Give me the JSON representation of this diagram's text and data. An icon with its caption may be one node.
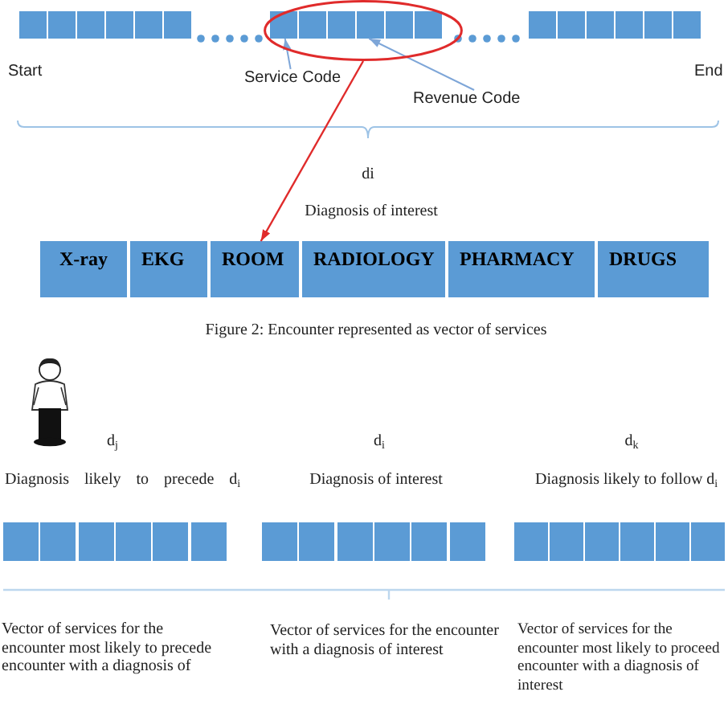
{
  "diagram": {
    "caption": "Figure 2: Encounter represented as vector of services",
    "nodes": [
      {
        "text": [],
        "shape": "box"
      },
      {
        "text": [],
        "shape": "box"
      },
      {
        "text": [],
        "shape": "box"
      },
      {
        "text": [],
        "shape": "box"
      },
      {
        "text": [],
        "shape": "box"
      },
      {
        "text": [],
        "shape": "box"
      },
      {
        "text": [],
        "shape": "ellipse"
      },
      {
        "text": [],
        "shape": "box",
        "in": 6
      },
      {
        "text": [],
        "shape": "box",
        "in": 6
      },
      {
        "text": [],
        "shape": "box",
        "in": 6
      },
      {
        "text": [],
        "shape": "box",
        "in": 6
      },
      {
        "text": [],
        "shape": "box",
        "in": 6
      },
      {
        "text": [],
        "shape": "box",
        "in": 6
      },
      {
        "text": [],
        "shape": "box"
      },
      {
        "text": [],
        "shape": "box"
      },
      {
        "text": [],
        "shape": "box"
      },
      {
        "text": [],
        "shape": "box"
      },
      {
        "text": [],
        "shape": "box"
      },
      {
        "text": [],
        "shape": "box"
      },
      {
        "text": [
          "Service Code"
        ]
      },
      {
        "text": [
          "Revenue Code"
        ]
      },
      {
        "text": [
          "X-ray"
        ]
      },
      {
        "text": [
          "EKG"
        ]
      },
      {
        "text": [
          "ROOM"
        ]
      },
      {
        "text": [
          "RADIOLOGY"
        ]
      },
      {
        "text": [
          "PHARMACY"
        ]
      },
      {
        "text": [
          "DRUGS"
        ]
      },
      {
        "text": [],
        "shape": "box"
      },
      {
        "text": [],
        "shape": "box"
      },
      {
        "text": [],
        "shape": "box"
      },
      {
        "text": [],
        "shape": "box"
      },
      {
        "text": [],
        "shape": "box"
      },
      {
        "text": [],
        "shape": "box"
      },
      {
        "text": [],
        "shape": "box"
      },
      {
        "text": [],
        "shape": "box"
      },
      {
        "text": [],
        "shape": "box"
      },
      {
        "text": [],
        "shape": "box"
      },
      {
        "text": [],
        "shape": "box"
      },
      {
        "text": [],
        "shape": "box"
      },
      {
        "text": [],
        "shape": "box"
      },
      {
        "text": [],
        "shape": "box"
      },
      {
        "text": [],
        "shape": "box"
      },
      {
        "text": [],
        "shape": "box"
      },
      {
        "text": [],
        "shape": "box"
      },
      {
        "text": [],
        "shape": "box"
      }
    ],
    "edges": [
      {
        "from": 19,
        "to": 7,
        "arrow": "to"
      },
      {
        "from": 20,
        "to": 10,
        "arrow": "to"
      },
      {
        "from": 6,
        "to": 23,
        "arrow": "to",
        "color": "#e02b2b"
      }
    ],
    "labels": [
      "Start",
      "End",
      "di",
      "Diagnosis of interest",
      "d$_{j}$",
      "d$_{i}$",
      "d$_{k}$",
      "Diagnosis likely to precede d$_{i}$",
      "Diagnosis of interest",
      "Diagnosis likely to follow d$_{i}$",
      "Vector of services for the encounter most likely to precede encounter with a diagnosis of",
      "Vector of services for the encounter with a diagnosis of interest",
      "Vector of services for the encounter most likely to proceed encounter with a diagnosis of interest"
    ]
  }
}
